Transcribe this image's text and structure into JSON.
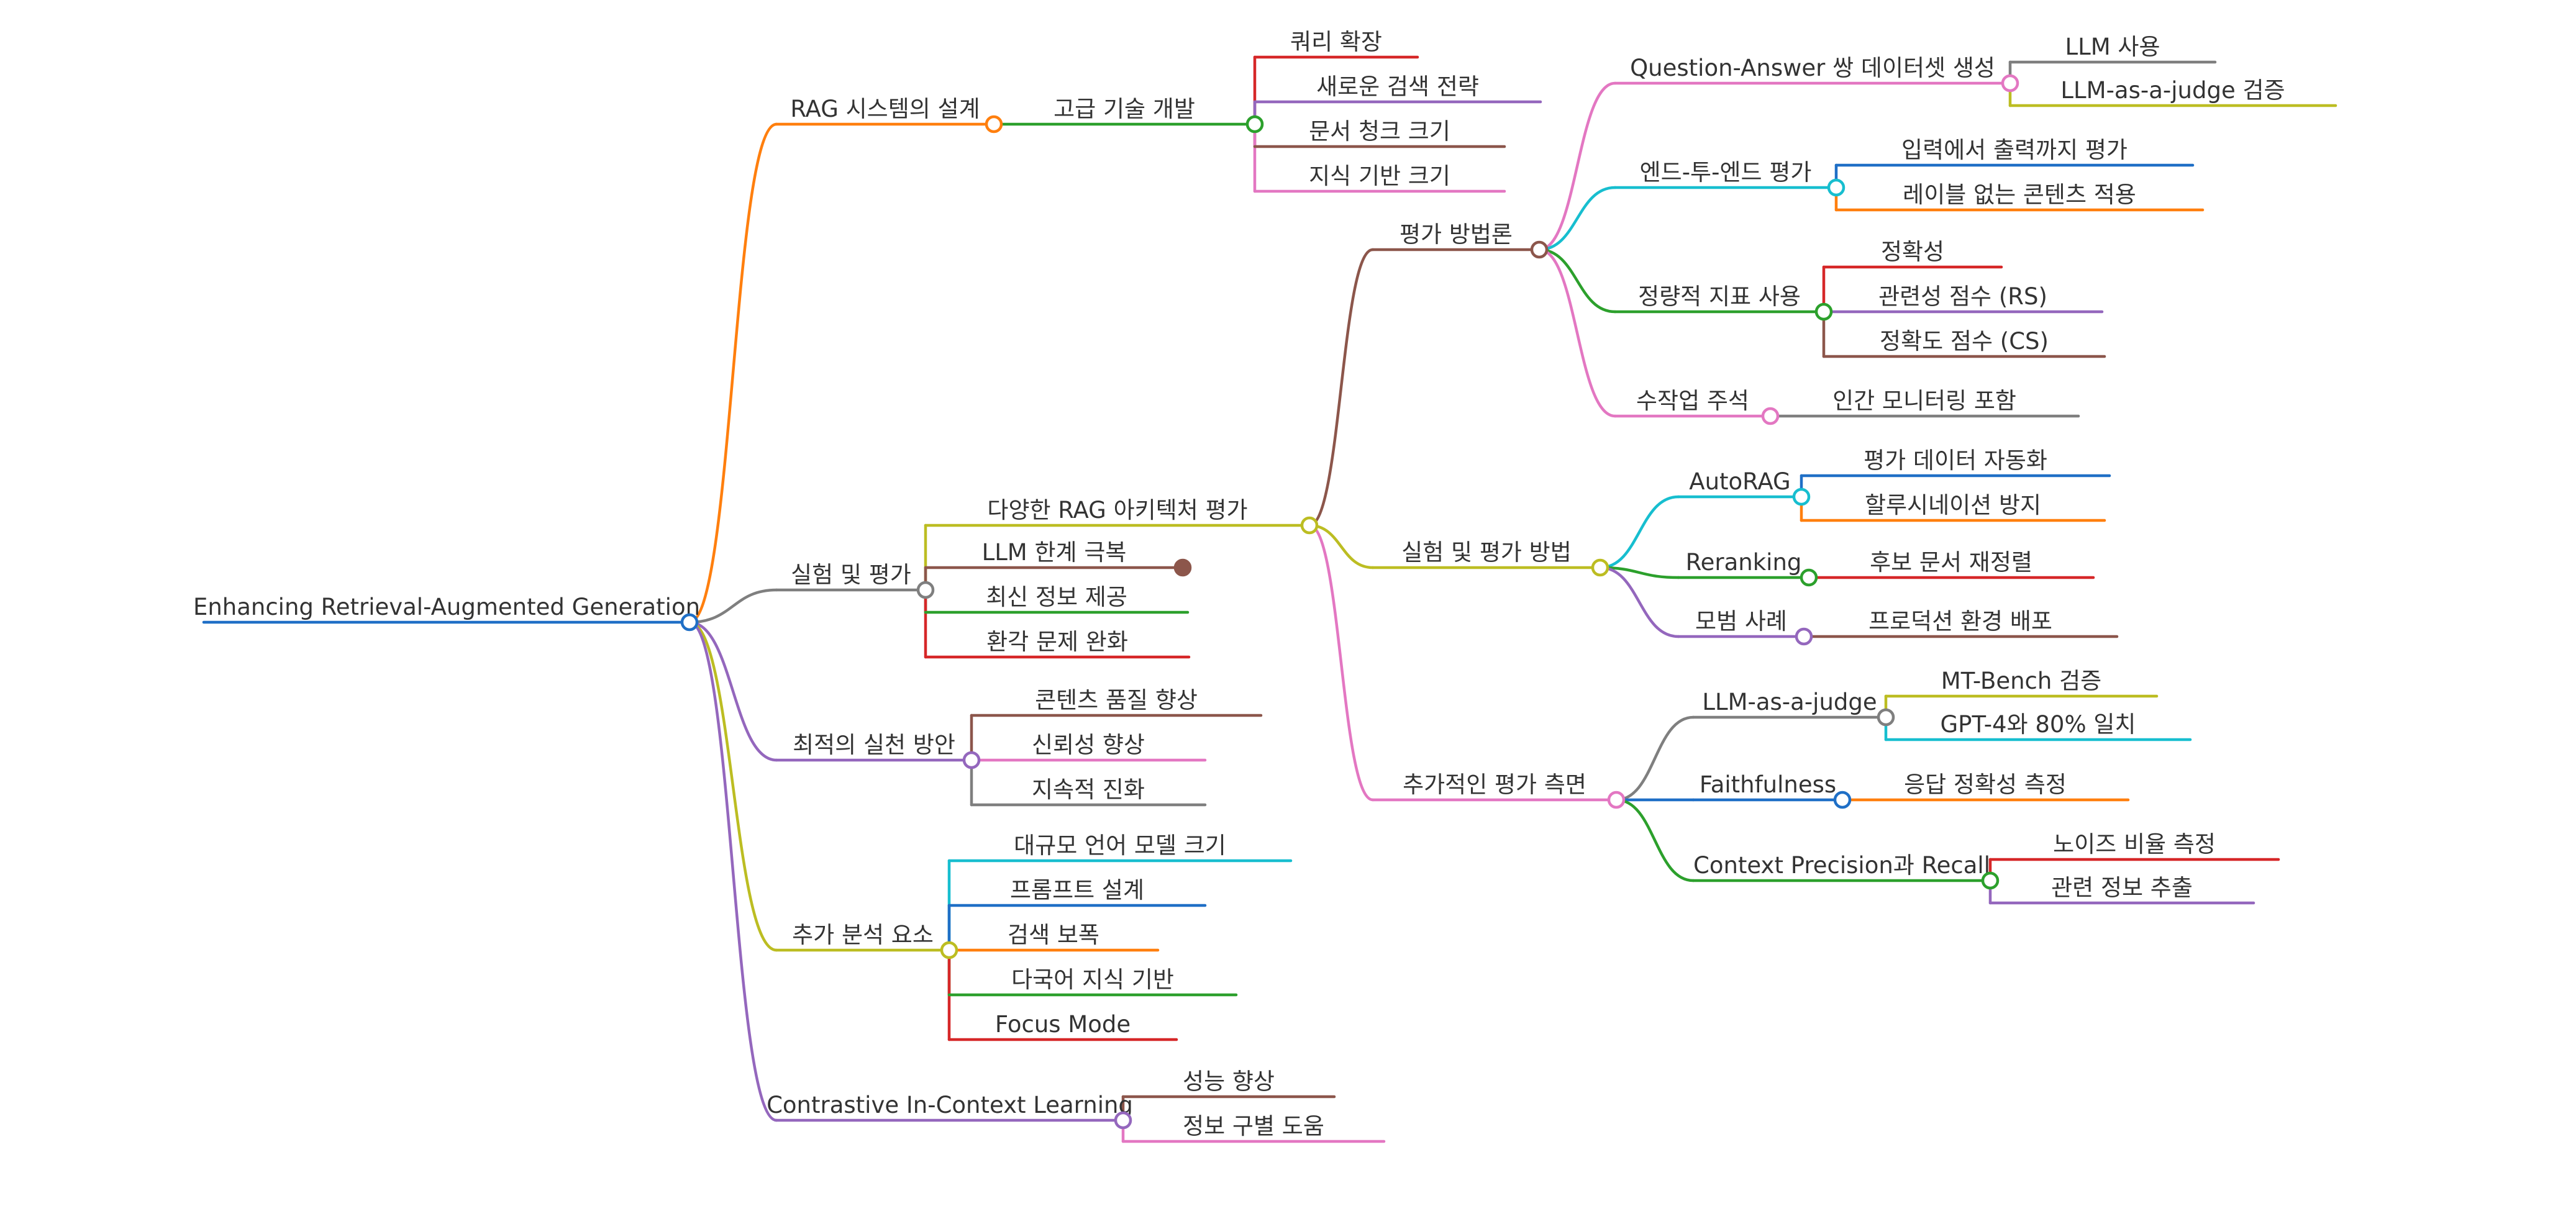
{
  "root": {
    "label": "Enhancing Retrieval-Augmented Generation",
    "color": "#1f6fc6"
  },
  "nodes": [
    {
      "id": "design",
      "parent": "root",
      "label": "RAG 시스템의 설계",
      "color": "#ff7f0e"
    },
    {
      "id": "advtech",
      "parent": "design",
      "label": "고급 기술 개발",
      "color": "#2ca02c"
    },
    {
      "id": "query",
      "parent": "advtech",
      "label": "쿼리 확장",
      "color": "#d62728"
    },
    {
      "id": "newsearch",
      "parent": "advtech",
      "label": "새로운 검색 전략",
      "color": "#9467bd"
    },
    {
      "id": "chunk",
      "parent": "advtech",
      "label": "문서 청크 크기",
      "color": "#8c564b"
    },
    {
      "id": "kbsize",
      "parent": "advtech",
      "label": "지식 기반 크기",
      "color": "#e377c2"
    },
    {
      "id": "exp",
      "parent": "root",
      "label": "실험 및 평가",
      "color": "#7f7f7f"
    },
    {
      "id": "arch",
      "parent": "exp",
      "label": "다양한 RAG 아키텍처 평가",
      "color": "#bcbd22"
    },
    {
      "id": "methodology",
      "parent": "arch",
      "label": "평가 방법론",
      "color": "#8c564b"
    },
    {
      "id": "qa",
      "parent": "methodology",
      "label": "Question-Answer 쌍 데이터셋 생성",
      "color": "#e377c2"
    },
    {
      "id": "llmuse",
      "parent": "qa",
      "label": "LLM 사용",
      "color": "#7f7f7f"
    },
    {
      "id": "llmjudgeverify",
      "parent": "qa",
      "label": "LLM-as-a-judge 검증",
      "color": "#bcbd22"
    },
    {
      "id": "e2e",
      "parent": "methodology",
      "label": "엔드-투-엔드 평가",
      "color": "#17becf"
    },
    {
      "id": "inout",
      "parent": "e2e",
      "label": "입력에서 출력까지 평가",
      "color": "#1f6fc6"
    },
    {
      "id": "unlabeled",
      "parent": "e2e",
      "label": "레이블 없는 콘텐츠 적용",
      "color": "#ff7f0e"
    },
    {
      "id": "quant",
      "parent": "methodology",
      "label": "정량적 지표 사용",
      "color": "#2ca02c"
    },
    {
      "id": "accuracy",
      "parent": "quant",
      "label": "정확성",
      "color": "#d62728"
    },
    {
      "id": "rs",
      "parent": "quant",
      "label": "관련성 점수 (RS)",
      "color": "#9467bd"
    },
    {
      "id": "cs",
      "parent": "quant",
      "label": "정확도 점수 (CS)",
      "color": "#8c564b"
    },
    {
      "id": "manual",
      "parent": "methodology",
      "label": "수작업 주석",
      "color": "#e377c2"
    },
    {
      "id": "human",
      "parent": "manual",
      "label": "인간 모니터링 포함",
      "color": "#7f7f7f"
    },
    {
      "id": "expmethod",
      "parent": "arch",
      "label": "실험 및 평가 방법",
      "color": "#bcbd22"
    },
    {
      "id": "autorag",
      "parent": "expmethod",
      "label": "AutoRAG",
      "color": "#17becf"
    },
    {
      "id": "autodata",
      "parent": "autorag",
      "label": "평가 데이터 자동화",
      "color": "#1f6fc6"
    },
    {
      "id": "halluprev",
      "parent": "autorag",
      "label": "할루시네이션 방지",
      "color": "#ff7f0e"
    },
    {
      "id": "rerank",
      "parent": "expmethod",
      "label": "Reranking",
      "color": "#2ca02c"
    },
    {
      "id": "reorder",
      "parent": "rerank",
      "label": "후보 문서 재정렬",
      "color": "#d62728"
    },
    {
      "id": "bestprac",
      "parent": "expmethod",
      "label": "모범 사례",
      "color": "#9467bd"
    },
    {
      "id": "prod",
      "parent": "bestprac",
      "label": "프로덕션 환경 배포",
      "color": "#8c564b"
    },
    {
      "id": "additional",
      "parent": "arch",
      "label": "추가적인 평가 측면",
      "color": "#e377c2"
    },
    {
      "id": "llmjudge",
      "parent": "additional",
      "label": "LLM-as-a-judge",
      "color": "#7f7f7f"
    },
    {
      "id": "mtbench",
      "parent": "llmjudge",
      "label": "MT-Bench 검증",
      "color": "#bcbd22"
    },
    {
      "id": "gpt4",
      "parent": "llmjudge",
      "label": "GPT-4와 80% 일치",
      "color": "#17becf"
    },
    {
      "id": "faith",
      "parent": "additional",
      "label": "Faithfulness",
      "color": "#1f6fc6"
    },
    {
      "id": "respacc",
      "parent": "faith",
      "label": "응답 정확성 측정",
      "color": "#ff7f0e"
    },
    {
      "id": "ctxprec",
      "parent": "additional",
      "label": "Context Precision과 Recall",
      "color": "#2ca02c"
    },
    {
      "id": "noise",
      "parent": "ctxprec",
      "label": "노이즈 비율 측정",
      "color": "#d62728"
    },
    {
      "id": "relinfo",
      "parent": "ctxprec",
      "label": "관련 정보 추출",
      "color": "#9467bd"
    },
    {
      "id": "llmlimit",
      "parent": "exp",
      "label": "LLM 한계 극복",
      "color": "#8c564b"
    },
    {
      "id": "latest",
      "parent": "exp",
      "label": "최신 정보 제공",
      "color": "#2ca02c"
    },
    {
      "id": "halluc",
      "parent": "exp",
      "label": "환각 문제 완화",
      "color": "#d62728"
    },
    {
      "id": "best",
      "parent": "root",
      "label": "최적의 실천 방안",
      "color": "#9467bd"
    },
    {
      "id": "quality",
      "parent": "best",
      "label": "콘텐츠 품질 향상",
      "color": "#8c564b"
    },
    {
      "id": "trust",
      "parent": "best",
      "label": "신뢰성 향상",
      "color": "#e377c2"
    },
    {
      "id": "evolve",
      "parent": "best",
      "label": "지속적 진화",
      "color": "#7f7f7f"
    },
    {
      "id": "extra",
      "parent": "root",
      "label": "추가 분석 요소",
      "color": "#bcbd22"
    },
    {
      "id": "llmsize",
      "parent": "extra",
      "label": "대규모 언어 모델 크기",
      "color": "#17becf"
    },
    {
      "id": "prompt",
      "parent": "extra",
      "label": "프롬프트 설계",
      "color": "#1f6fc6"
    },
    {
      "id": "stride",
      "parent": "extra",
      "label": "검색 보폭",
      "color": "#ff7f0e"
    },
    {
      "id": "multiling",
      "parent": "extra",
      "label": "다국어 지식 기반",
      "color": "#2ca02c"
    },
    {
      "id": "focus",
      "parent": "extra",
      "label": "Focus Mode",
      "color": "#d62728"
    },
    {
      "id": "contrast",
      "parent": "root",
      "label": "Contrastive In-Context Learning",
      "color": "#9467bd"
    },
    {
      "id": "perf",
      "parent": "contrast",
      "label": "성능 향상",
      "color": "#8c564b"
    },
    {
      "id": "distinguish",
      "parent": "contrast",
      "label": "정보 구별 도움",
      "color": "#e377c2"
    }
  ]
}
